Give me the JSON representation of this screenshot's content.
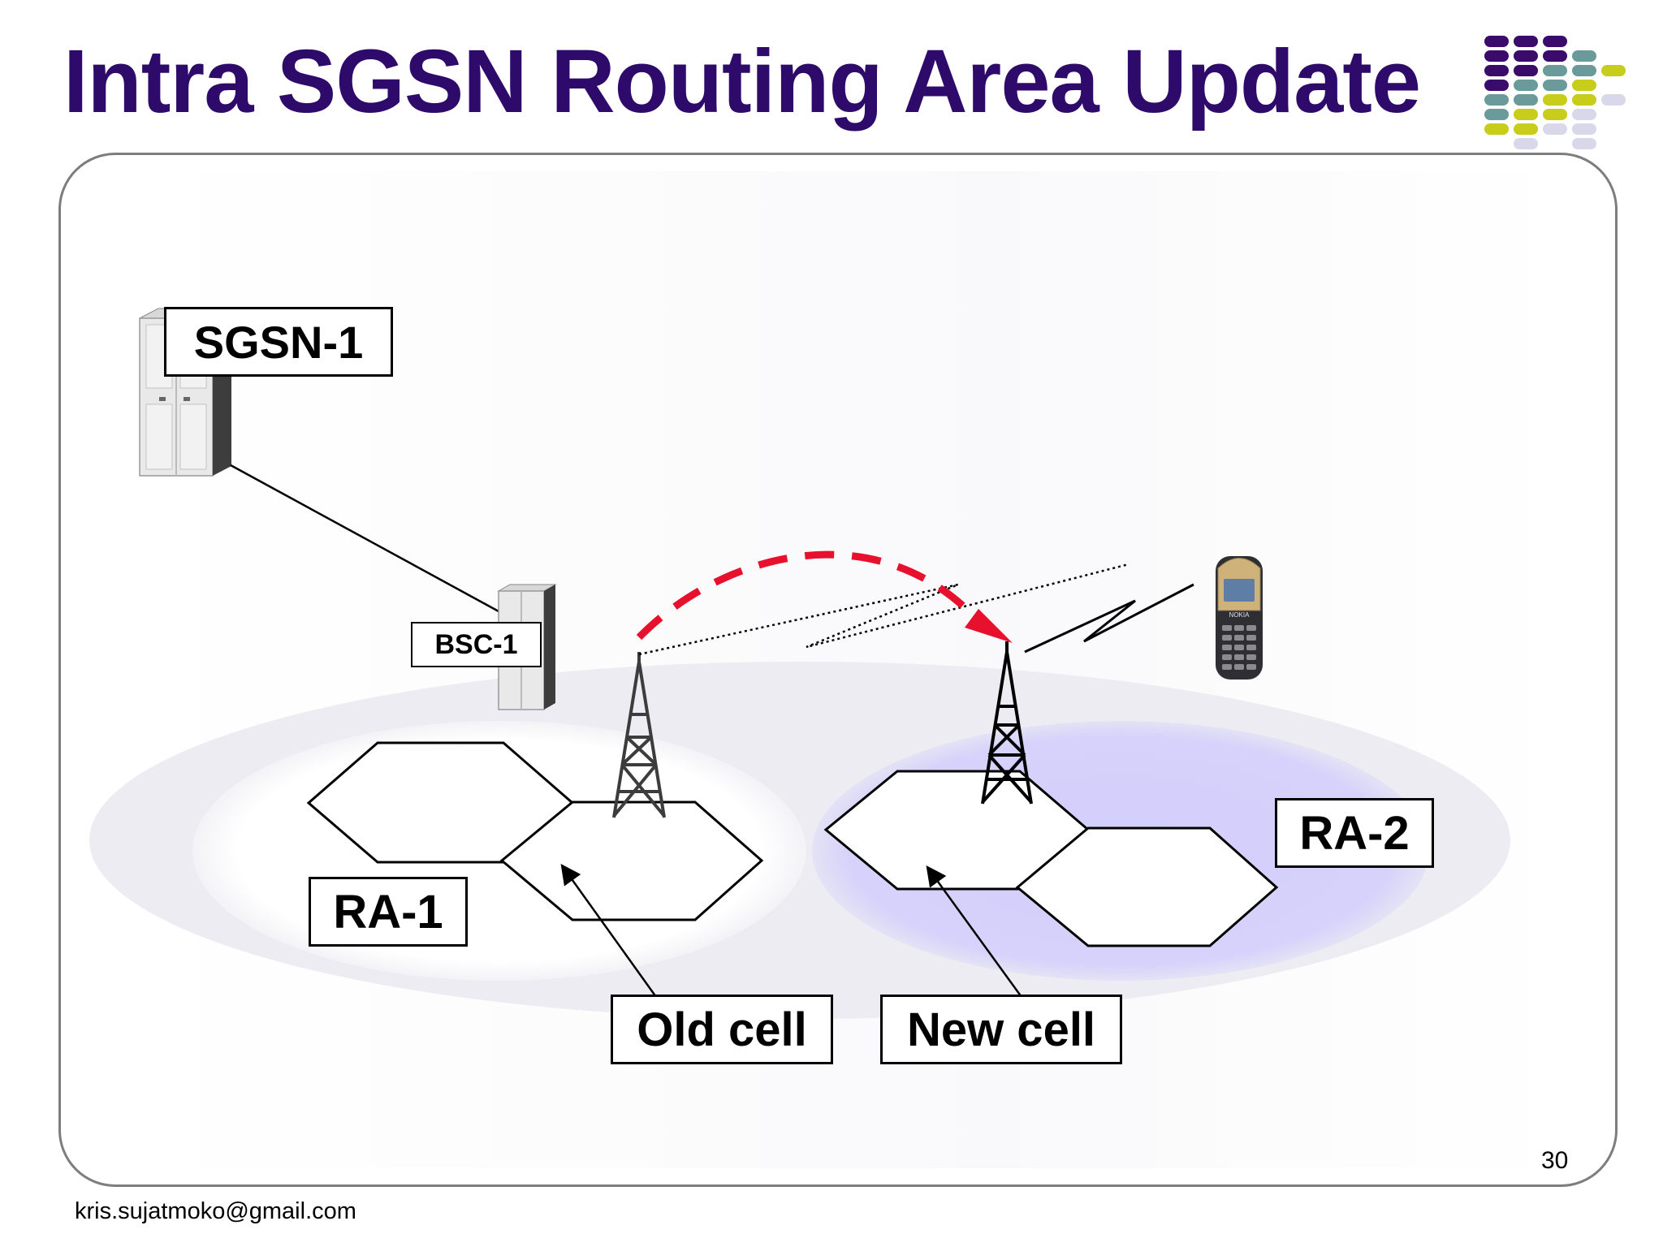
{
  "slide": {
    "title": "Intra SGSN Routing Area Update",
    "page_number": "30",
    "footer": "kris.sujatmoko@gmail.com"
  },
  "diagram": {
    "labels": {
      "sgsn": "SGSN-1",
      "bsc": "BSC-1",
      "ra1": "RA-1",
      "ra2": "RA-2",
      "old_cell": "Old cell",
      "new_cell": "New cell"
    },
    "phone_brand": "NOKIA",
    "colors": {
      "title": "#2e0b6b",
      "ra2_fill": "#d4d0fb",
      "outer_ellipse": "#ececf2",
      "handover_arrow": "#e8112d",
      "logo": [
        "#3a0b6b",
        "#6b9a9a",
        "#c8cc1a",
        "#d8d8ea"
      ]
    },
    "icons": [
      "server-icon",
      "bsc-server-icon",
      "antenna-tower-icon",
      "mobile-phone-icon",
      "radio-link-icon"
    ]
  }
}
